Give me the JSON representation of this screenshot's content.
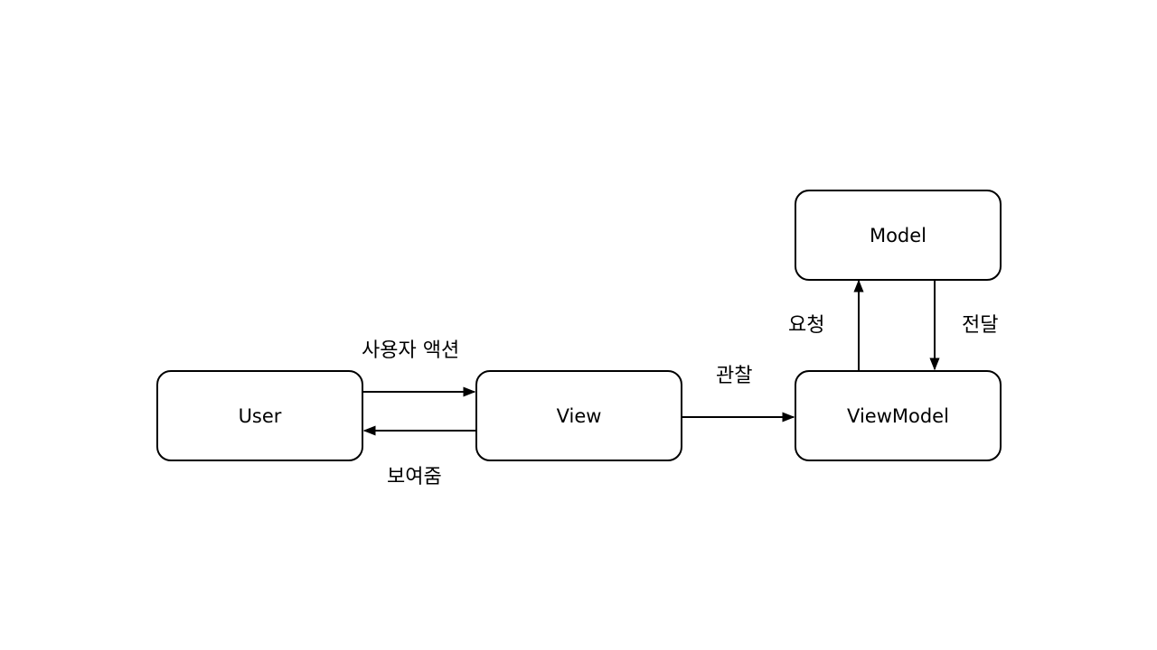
{
  "nodes": {
    "user": "User",
    "view": "View",
    "viewmodel": "ViewModel",
    "model": "Model"
  },
  "edges": {
    "user_action": "사용자 액션",
    "show": "보여줌",
    "observe": "관찰",
    "request": "요청",
    "deliver": "전달"
  }
}
